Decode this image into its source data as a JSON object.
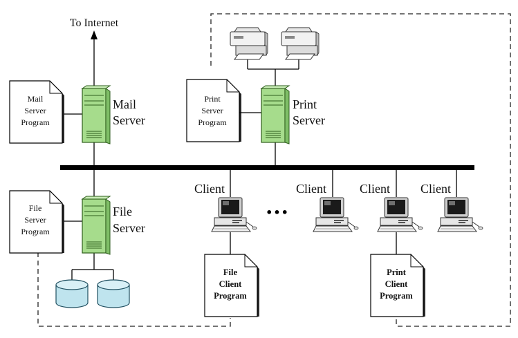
{
  "labels": {
    "internet": "To Internet",
    "mail_server": [
      "Mail",
      "Server"
    ],
    "print_server": [
      "Print",
      "Server"
    ],
    "file_server": [
      "File",
      "Server"
    ],
    "client": "Client",
    "ellipsis": "•••"
  },
  "documents": {
    "mail_server_program": [
      "Mail",
      "Server",
      "Program"
    ],
    "print_server_program": [
      "Print",
      "Server",
      "Program"
    ],
    "file_server_program": [
      "File",
      "Server",
      "Program"
    ],
    "file_client_program": [
      "File",
      "Client",
      "Program"
    ],
    "print_client_program": [
      "Print",
      "Client",
      "Program"
    ]
  },
  "colors": {
    "server_fill": "#a6dc8c",
    "server_stroke": "#2e5e1c",
    "disk_fill": "#bfe4ee",
    "bus": "#000000",
    "dash": "#222222"
  },
  "icons": {
    "server": "server-tower-icon",
    "printer": "printer-icon",
    "client": "desktop-computer-icon",
    "disk": "disk-storage-icon",
    "document": "document-icon"
  }
}
